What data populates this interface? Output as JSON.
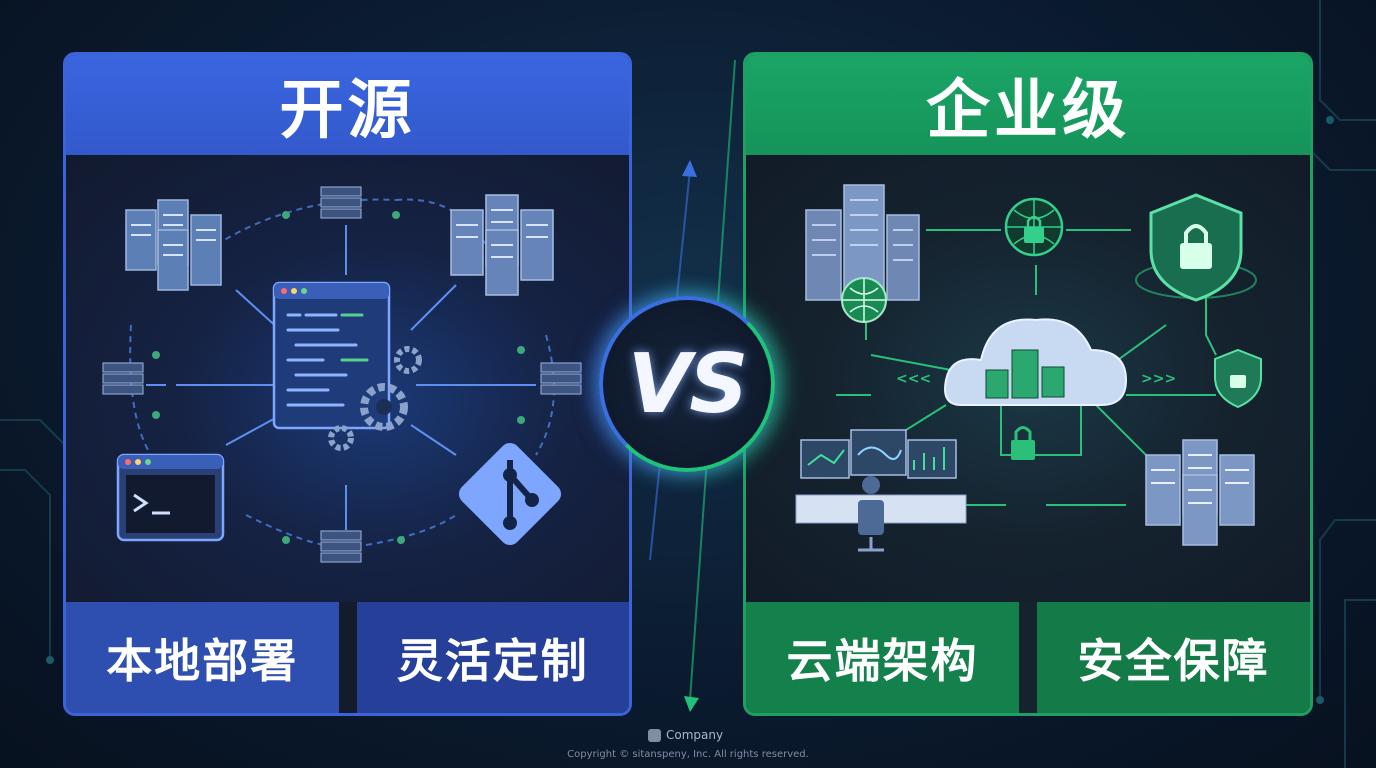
{
  "left_panel": {
    "title": "开源",
    "features": [
      "本地部署",
      "灵活定制"
    ],
    "accent": "#3d63d8",
    "icons": [
      "server-cluster-icon",
      "code-window-icon",
      "gear-icon",
      "terminal-icon",
      "git-icon",
      "server-rack-icon"
    ]
  },
  "right_panel": {
    "title": "企业级",
    "features": [
      "云端架构",
      "安全保障"
    ],
    "accent": "#1fa062",
    "icons": [
      "office-building-icon",
      "globe-lock-icon",
      "shield-lock-icon",
      "cloud-icon",
      "control-room-icon",
      "server-cluster-icon"
    ]
  },
  "vs_label": "VS",
  "footer": {
    "logo_text": "Company",
    "copyright": "Copyright © sitanspeny, Inc. All rights reserved."
  }
}
